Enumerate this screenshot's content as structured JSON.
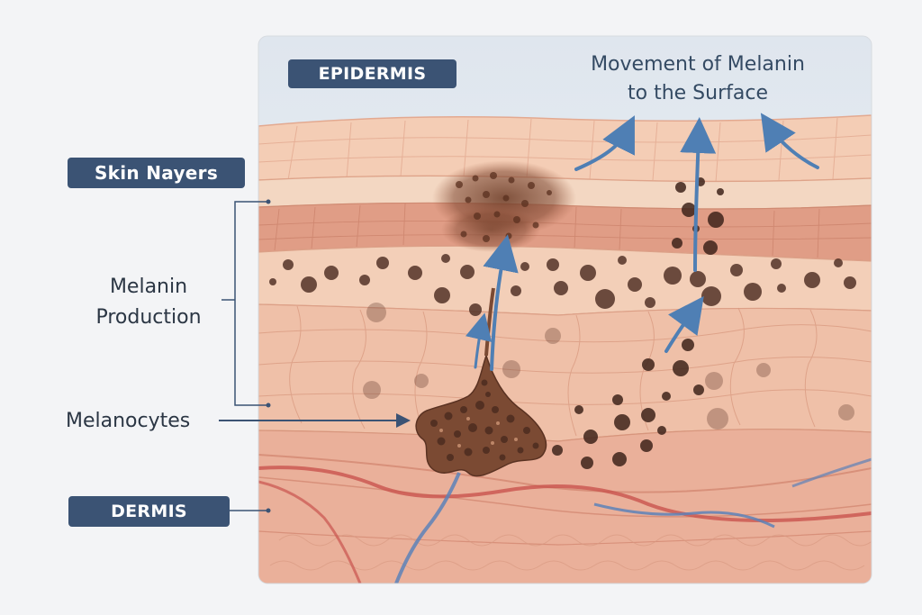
{
  "labels": {
    "epidermis": "EPIDERMIS",
    "skin_layers": "Skin Nayers",
    "dermis": "DERMIS",
    "melanin_production_line1": "Melanin",
    "melanin_production_line2": "Production",
    "melanocytes": "Melanocytes",
    "movement_line1": "Movement of Melanin",
    "movement_line2": "to the Surface"
  },
  "colors": {
    "background": "#f3f4f6",
    "tag": "#3b5374",
    "skin_light": "#f4cdb5",
    "skin_mid": "#e8a88f",
    "skin_dark": "#d9927a",
    "melanin": "#4a2a1f",
    "arrow": "#4f7fb4",
    "vessel_red": "#c9544e",
    "vessel_blue": "#5d82b8"
  }
}
